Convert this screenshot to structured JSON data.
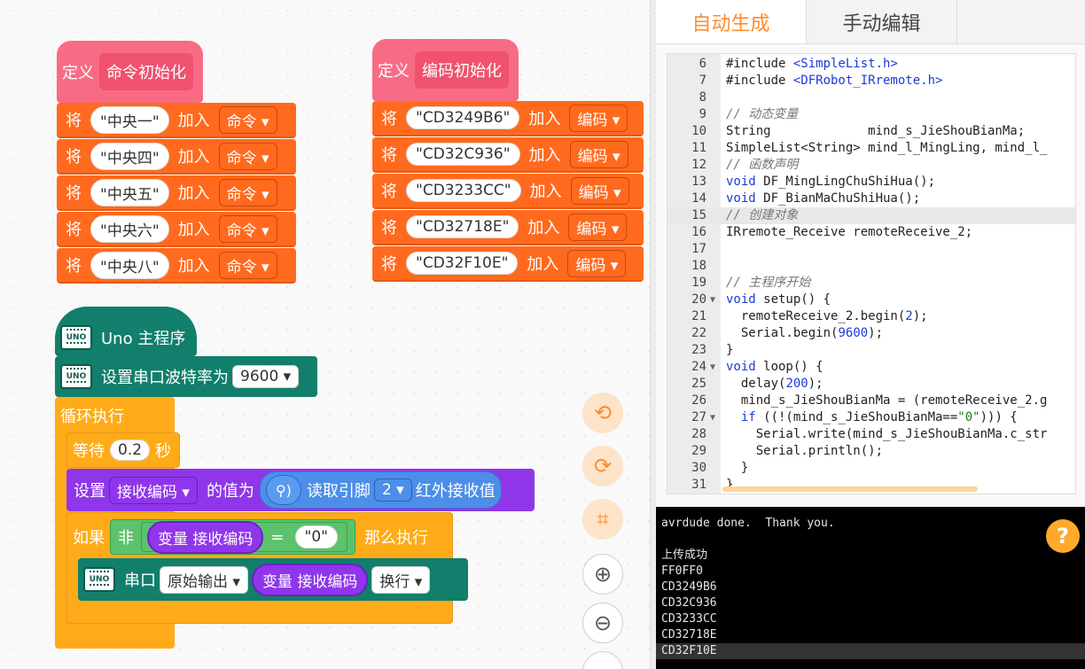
{
  "define_blocks": [
    {
      "prefix": "定义",
      "name": "命令初始化",
      "rows": [
        {
          "verb": "将",
          "value": "\"中央一\"",
          "join": "加入",
          "list": "命令"
        },
        {
          "verb": "将",
          "value": "\"中央四\"",
          "join": "加入",
          "list": "命令"
        },
        {
          "verb": "将",
          "value": "\"中央五\"",
          "join": "加入",
          "list": "命令"
        },
        {
          "verb": "将",
          "value": "\"中央六\"",
          "join": "加入",
          "list": "命令"
        },
        {
          "verb": "将",
          "value": "\"中央八\"",
          "join": "加入",
          "list": "命令"
        }
      ]
    },
    {
      "prefix": "定义",
      "name": "编码初始化",
      "rows": [
        {
          "verb": "将",
          "value": "\"CD3249B6\"",
          "join": "加入",
          "list": "编码"
        },
        {
          "verb": "将",
          "value": "\"CD32C936\"",
          "join": "加入",
          "list": "编码"
        },
        {
          "verb": "将",
          "value": "\"CD3233CC\"",
          "join": "加入",
          "list": "编码"
        },
        {
          "verb": "将",
          "value": "\"CD32718E\"",
          "join": "加入",
          "list": "编码"
        },
        {
          "verb": "将",
          "value": "\"CD32F10E\"",
          "join": "加入",
          "list": "编码"
        }
      ]
    }
  ],
  "main": {
    "hat_label": "Uno 主程序",
    "uno_badge": "UNO",
    "serial_label": "设置串口波特率为",
    "baud": "9600",
    "loop_label": "循环执行",
    "wait_label": "等待",
    "wait_value": "0.2",
    "wait_unit": "秒",
    "set_label": "设置",
    "set_var": "接收编码",
    "set_mid": "的值为",
    "read_label": "读取引脚",
    "read_pin": "2",
    "read_tail": "红外接收值",
    "if_label": "如果",
    "not_label": "非",
    "var_ref": "变量 接收编码",
    "eq": "=",
    "eq_value": "\"0\"",
    "then_label": "那么执行",
    "serial2_label": "串口",
    "serial2_mode": "原始输出",
    "serial2_var": "变量 接收编码",
    "serial2_nl": "换行"
  },
  "tabs": [
    "自动生成",
    "手动编辑"
  ],
  "code_lines": [
    {
      "n": "6",
      "text": "#include <SimpleList.h>"
    },
    {
      "n": "7",
      "text": "#include <DFRobot_IRremote.h>"
    },
    {
      "n": "8",
      "text": ""
    },
    {
      "n": "9",
      "text": "// 动态变量"
    },
    {
      "n": "10",
      "text": "String             mind_s_JieShouBianMa;"
    },
    {
      "n": "11",
      "text": "SimpleList<String> mind_l_MingLing, mind_l_"
    },
    {
      "n": "12",
      "text": "// 函数声明"
    },
    {
      "n": "13",
      "text": "void DF_MingLingChuShiHua();"
    },
    {
      "n": "14",
      "text": "void DF_BianMaChuShiHua();"
    },
    {
      "n": "15",
      "text": "// 创建对象"
    },
    {
      "n": "16",
      "text": "IRremote_Receive remoteReceive_2;"
    },
    {
      "n": "17",
      "text": ""
    },
    {
      "n": "18",
      "text": ""
    },
    {
      "n": "19",
      "text": "// 主程序开始"
    },
    {
      "n": "20",
      "text": "void setup() {"
    },
    {
      "n": "21",
      "text": "  remoteReceive_2.begin(2);"
    },
    {
      "n": "22",
      "text": "  Serial.begin(9600);"
    },
    {
      "n": "23",
      "text": "}"
    },
    {
      "n": "24",
      "text": "void loop() {"
    },
    {
      "n": "25",
      "text": "  delay(200);"
    },
    {
      "n": "26",
      "text": "  mind_s_JieShouBianMa = (remoteReceive_2.g"
    },
    {
      "n": "27",
      "text": "  if ((!(mind_s_JieShouBianMa==\"0\"))) {"
    },
    {
      "n": "28",
      "text": "    Serial.write(mind_s_JieShouBianMa.c_str"
    },
    {
      "n": "29",
      "text": "    Serial.println();"
    },
    {
      "n": "30",
      "text": "  }"
    },
    {
      "n": "31",
      "text": "}"
    }
  ],
  "console_lines": [
    "avrdude done.  Thank you.",
    "",
    "上传成功",
    "FF0FF0",
    "CD3249B6",
    "CD32C936",
    "CD3233CC",
    "CD32718E",
    "CD32F10E"
  ],
  "help_label": "?"
}
